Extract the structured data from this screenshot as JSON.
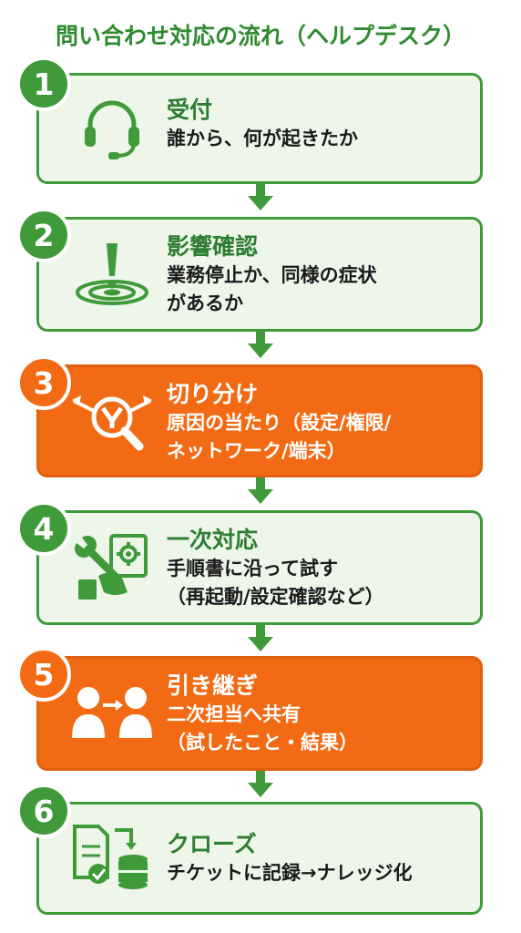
{
  "title": "問い合わせ対応の流れ（ヘルプデスク）",
  "colors": {
    "green": "#3f9a3a",
    "orange": "#f26b14",
    "panel": "#eef6ea"
  },
  "steps": [
    {
      "number": "1",
      "heading": "受付",
      "lines": [
        "誰から、何が起きたか"
      ],
      "icon": "headset-icon",
      "highlight": false
    },
    {
      "number": "2",
      "heading": "影響確認",
      "lines": [
        "業務停止か、同様の症状",
        "があるか"
      ],
      "icon": "impact-warning-icon",
      "highlight": false
    },
    {
      "number": "3",
      "heading": "切り分け",
      "lines": [
        "原因の当たり（設定/権限/",
        "ネットワーク/端末）"
      ],
      "icon": "diagnose-magnifier-icon",
      "highlight": true
    },
    {
      "number": "4",
      "heading": "一次対応",
      "lines": [
        "手順書に沿って試す",
        "（再起動/設定確認など）"
      ],
      "icon": "wrench-settings-icon",
      "highlight": false
    },
    {
      "number": "5",
      "heading": "引き継ぎ",
      "lines": [
        "二次担当へ共有",
        "（試したこと・結果）"
      ],
      "icon": "handover-people-icon",
      "highlight": true
    },
    {
      "number": "6",
      "heading": "クローズ",
      "lines": [
        "チケットに記録→ナレッジ化"
      ],
      "icon": "document-database-icon",
      "highlight": false
    }
  ]
}
